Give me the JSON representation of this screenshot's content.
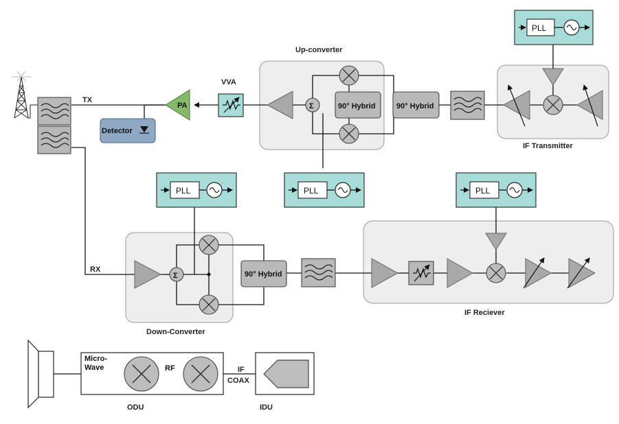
{
  "labels": {
    "tx": "TX",
    "rx": "RX",
    "vva": "VVA",
    "pa": "PA",
    "detector": "Detector",
    "upconverter": "Up-converter",
    "downconverter": "Down-Converter",
    "if_transmitter": "IF Transmitter",
    "if_receiver": "IF Reciever",
    "hybrid": "90° Hybrid",
    "pll": "PLL",
    "sigma": "Σ",
    "microwave_1": "Micro-",
    "microwave_2": "Wave",
    "rf": "RF",
    "if": "IF",
    "coax": "COAX",
    "odu": "ODU",
    "idu": "IDU"
  },
  "colors": {
    "pll_box": "#a8dcd8",
    "pa": "#86b96a",
    "detector": "#8fa9c4",
    "block_gray": "#b9b9b9",
    "group_bg": "#eeeeee"
  }
}
